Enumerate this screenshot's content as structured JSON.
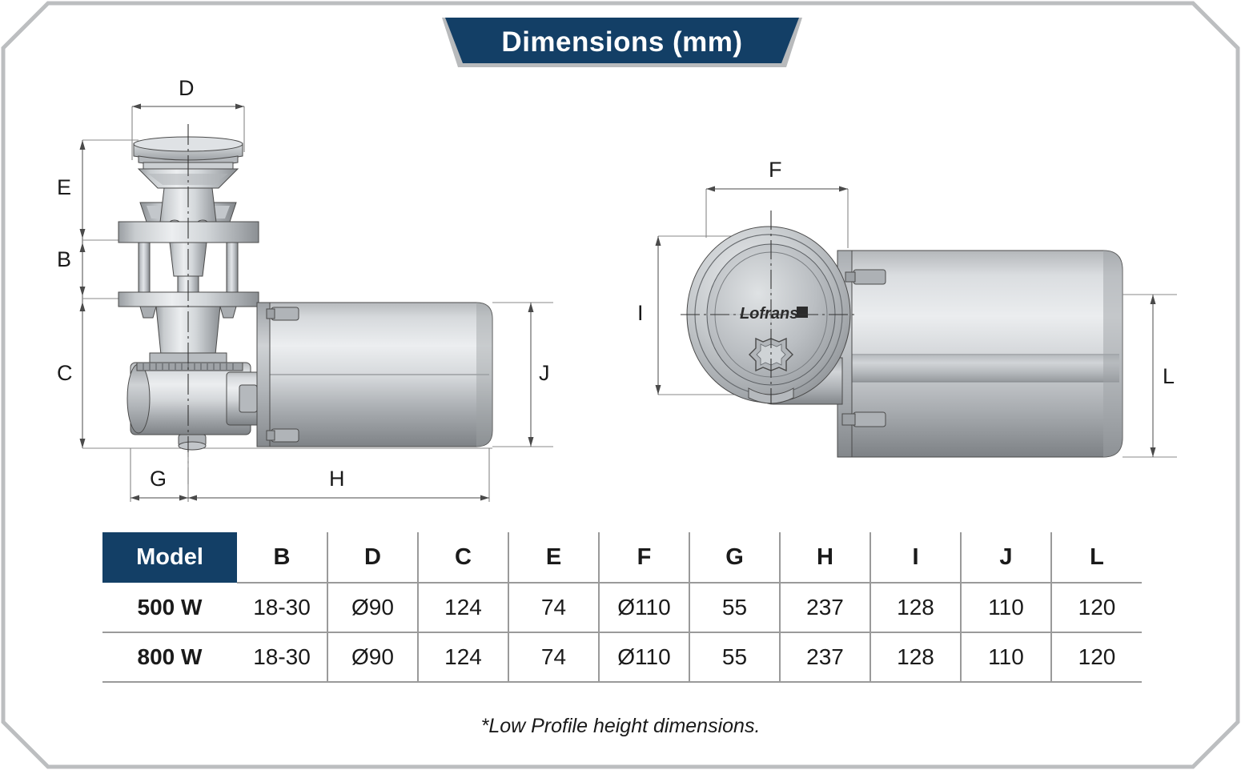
{
  "banner": {
    "title": "Dimensions  (mm)",
    "bg_color": "#133F66",
    "text_color": "#FFFFFF"
  },
  "drawings": {
    "left": {
      "name": "windlass-side-elevation",
      "labels": [
        {
          "id": "D",
          "text": "D"
        },
        {
          "id": "E",
          "text": "E"
        },
        {
          "id": "B",
          "text": "B"
        },
        {
          "id": "C",
          "text": "C"
        },
        {
          "id": "J",
          "text": "J"
        },
        {
          "id": "G",
          "text": "G"
        },
        {
          "id": "H",
          "text": "H"
        }
      ]
    },
    "right": {
      "name": "windlass-front-elevation",
      "brand": "Lofrans'",
      "labels": [
        {
          "id": "F",
          "text": "F"
        },
        {
          "id": "I",
          "text": "I"
        },
        {
          "id": "L",
          "text": "L"
        }
      ]
    }
  },
  "table": {
    "columns": [
      "Model",
      "B",
      "D",
      "C",
      "E",
      "F",
      "G",
      "H",
      "I",
      "J",
      "L"
    ],
    "rows": [
      {
        "model": "500 W",
        "values": [
          "18-30",
          "Ø90",
          "124",
          "74",
          "Ø110",
          "55",
          "237",
          "128",
          "110",
          "120"
        ]
      },
      {
        "model": "800 W",
        "values": [
          "18-30",
          "Ø90",
          "124",
          "74",
          "Ø110",
          "55",
          "237",
          "128",
          "110",
          "120"
        ]
      }
    ],
    "header_bg": "#133F66",
    "grid_color": "#9A9A9A"
  },
  "footnote": "*Low Profile height dimensions."
}
